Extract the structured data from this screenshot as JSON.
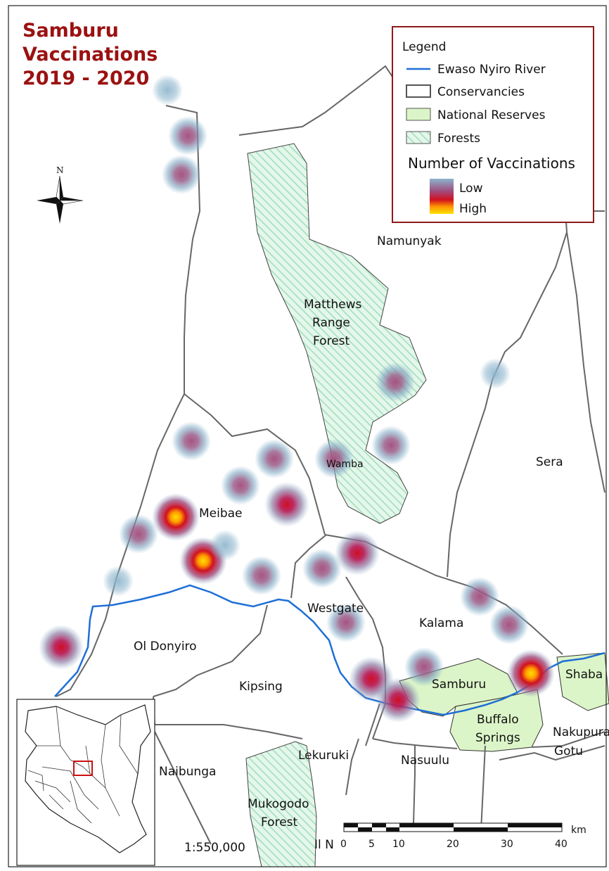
{
  "title": {
    "line1": "Samburu",
    "line2": "Vaccinations",
    "line3": "2019 - 2020"
  },
  "north_arrow": {
    "label": "N"
  },
  "legend": {
    "heading": "Legend",
    "items": [
      {
        "label": "Ewaso Nyiro River",
        "color": "#1e6fd6"
      },
      {
        "label": "Conservancies",
        "color": "#555555"
      },
      {
        "label": "National Reserves",
        "color": "#dcf5c8"
      },
      {
        "label": "Forests",
        "color": "#b9e6cf"
      }
    ],
    "heat_title": "Number of Vaccinations",
    "heat_low": "Low",
    "heat_high": "High"
  },
  "places": {
    "namunyak": "Namunyak",
    "matthews_1": "Matthews",
    "matthews_2": "Range",
    "matthews_3": "Forest",
    "sera": "Sera",
    "wamba": "Wamba",
    "meibae": "Meibae",
    "westgate": "Westgate",
    "kalama": "Kalama",
    "ol_donyiro": "Ol Donyiro",
    "kipsing": "Kipsing",
    "samburu": "Samburu",
    "shaba": "Shaba",
    "buffalo_1": "Buffalo",
    "buffalo_2": "Springs",
    "nakupurat_1": "Nakupurat",
    "nakupurat_2": "Gotu",
    "naibunga": "Naibunga",
    "lekuruki": "Lekuruki",
    "nasuulu": "Nasuulu",
    "mukogodo_1": "Mukogodo",
    "mukogodo_2": "Forest",
    "il_ngwesi": "Il N"
  },
  "scale": {
    "ratio": "1:550,000",
    "unit": "km",
    "ticks": [
      "0",
      "5",
      "10",
      "20",
      "30",
      "40"
    ]
  },
  "heat_colors": {
    "low": "#6fa8c8",
    "mid": "#a3306a",
    "high": "#d0102a",
    "peak": "#ffd400"
  },
  "hotspots": [
    {
      "lon": 267,
      "lat": 193,
      "intensity": 1
    },
    {
      "lon": 258,
      "lat": 248,
      "intensity": 1
    },
    {
      "lon": 238,
      "lat": 128,
      "intensity": 0
    },
    {
      "lon": 272,
      "lat": 627,
      "intensity": 1
    },
    {
      "lon": 342,
      "lat": 690,
      "intensity": 1
    },
    {
      "lon": 390,
      "lat": 652,
      "intensity": 1
    },
    {
      "lon": 408,
      "lat": 717,
      "intensity": 2
    },
    {
      "lon": 250,
      "lat": 735,
      "intensity": 3
    },
    {
      "lon": 197,
      "lat": 759,
      "intensity": 1
    },
    {
      "lon": 289,
      "lat": 797,
      "intensity": 3
    },
    {
      "lon": 320,
      "lat": 775,
      "intensity": 0
    },
    {
      "lon": 372,
      "lat": 818,
      "intensity": 1
    },
    {
      "lon": 168,
      "lat": 826,
      "intensity": 0
    },
    {
      "lon": 87,
      "lat": 920,
      "intensity": 2
    },
    {
      "lon": 475,
      "lat": 652,
      "intensity": 1
    },
    {
      "lon": 562,
      "lat": 543,
      "intensity": 1
    },
    {
      "lon": 556,
      "lat": 633,
      "intensity": 1
    },
    {
      "lon": 704,
      "lat": 531,
      "intensity": 0
    },
    {
      "lon": 508,
      "lat": 786,
      "intensity": 2
    },
    {
      "lon": 458,
      "lat": 808,
      "intensity": 1
    },
    {
      "lon": 492,
      "lat": 885,
      "intensity": 1
    },
    {
      "lon": 682,
      "lat": 848,
      "intensity": 1
    },
    {
      "lon": 724,
      "lat": 888,
      "intensity": 1
    },
    {
      "lon": 603,
      "lat": 948,
      "intensity": 1
    },
    {
      "lon": 528,
      "lat": 965,
      "intensity": 2
    },
    {
      "lon": 566,
      "lat": 995,
      "intensity": 2
    },
    {
      "lon": 755,
      "lat": 957,
      "intensity": 3
    }
  ]
}
